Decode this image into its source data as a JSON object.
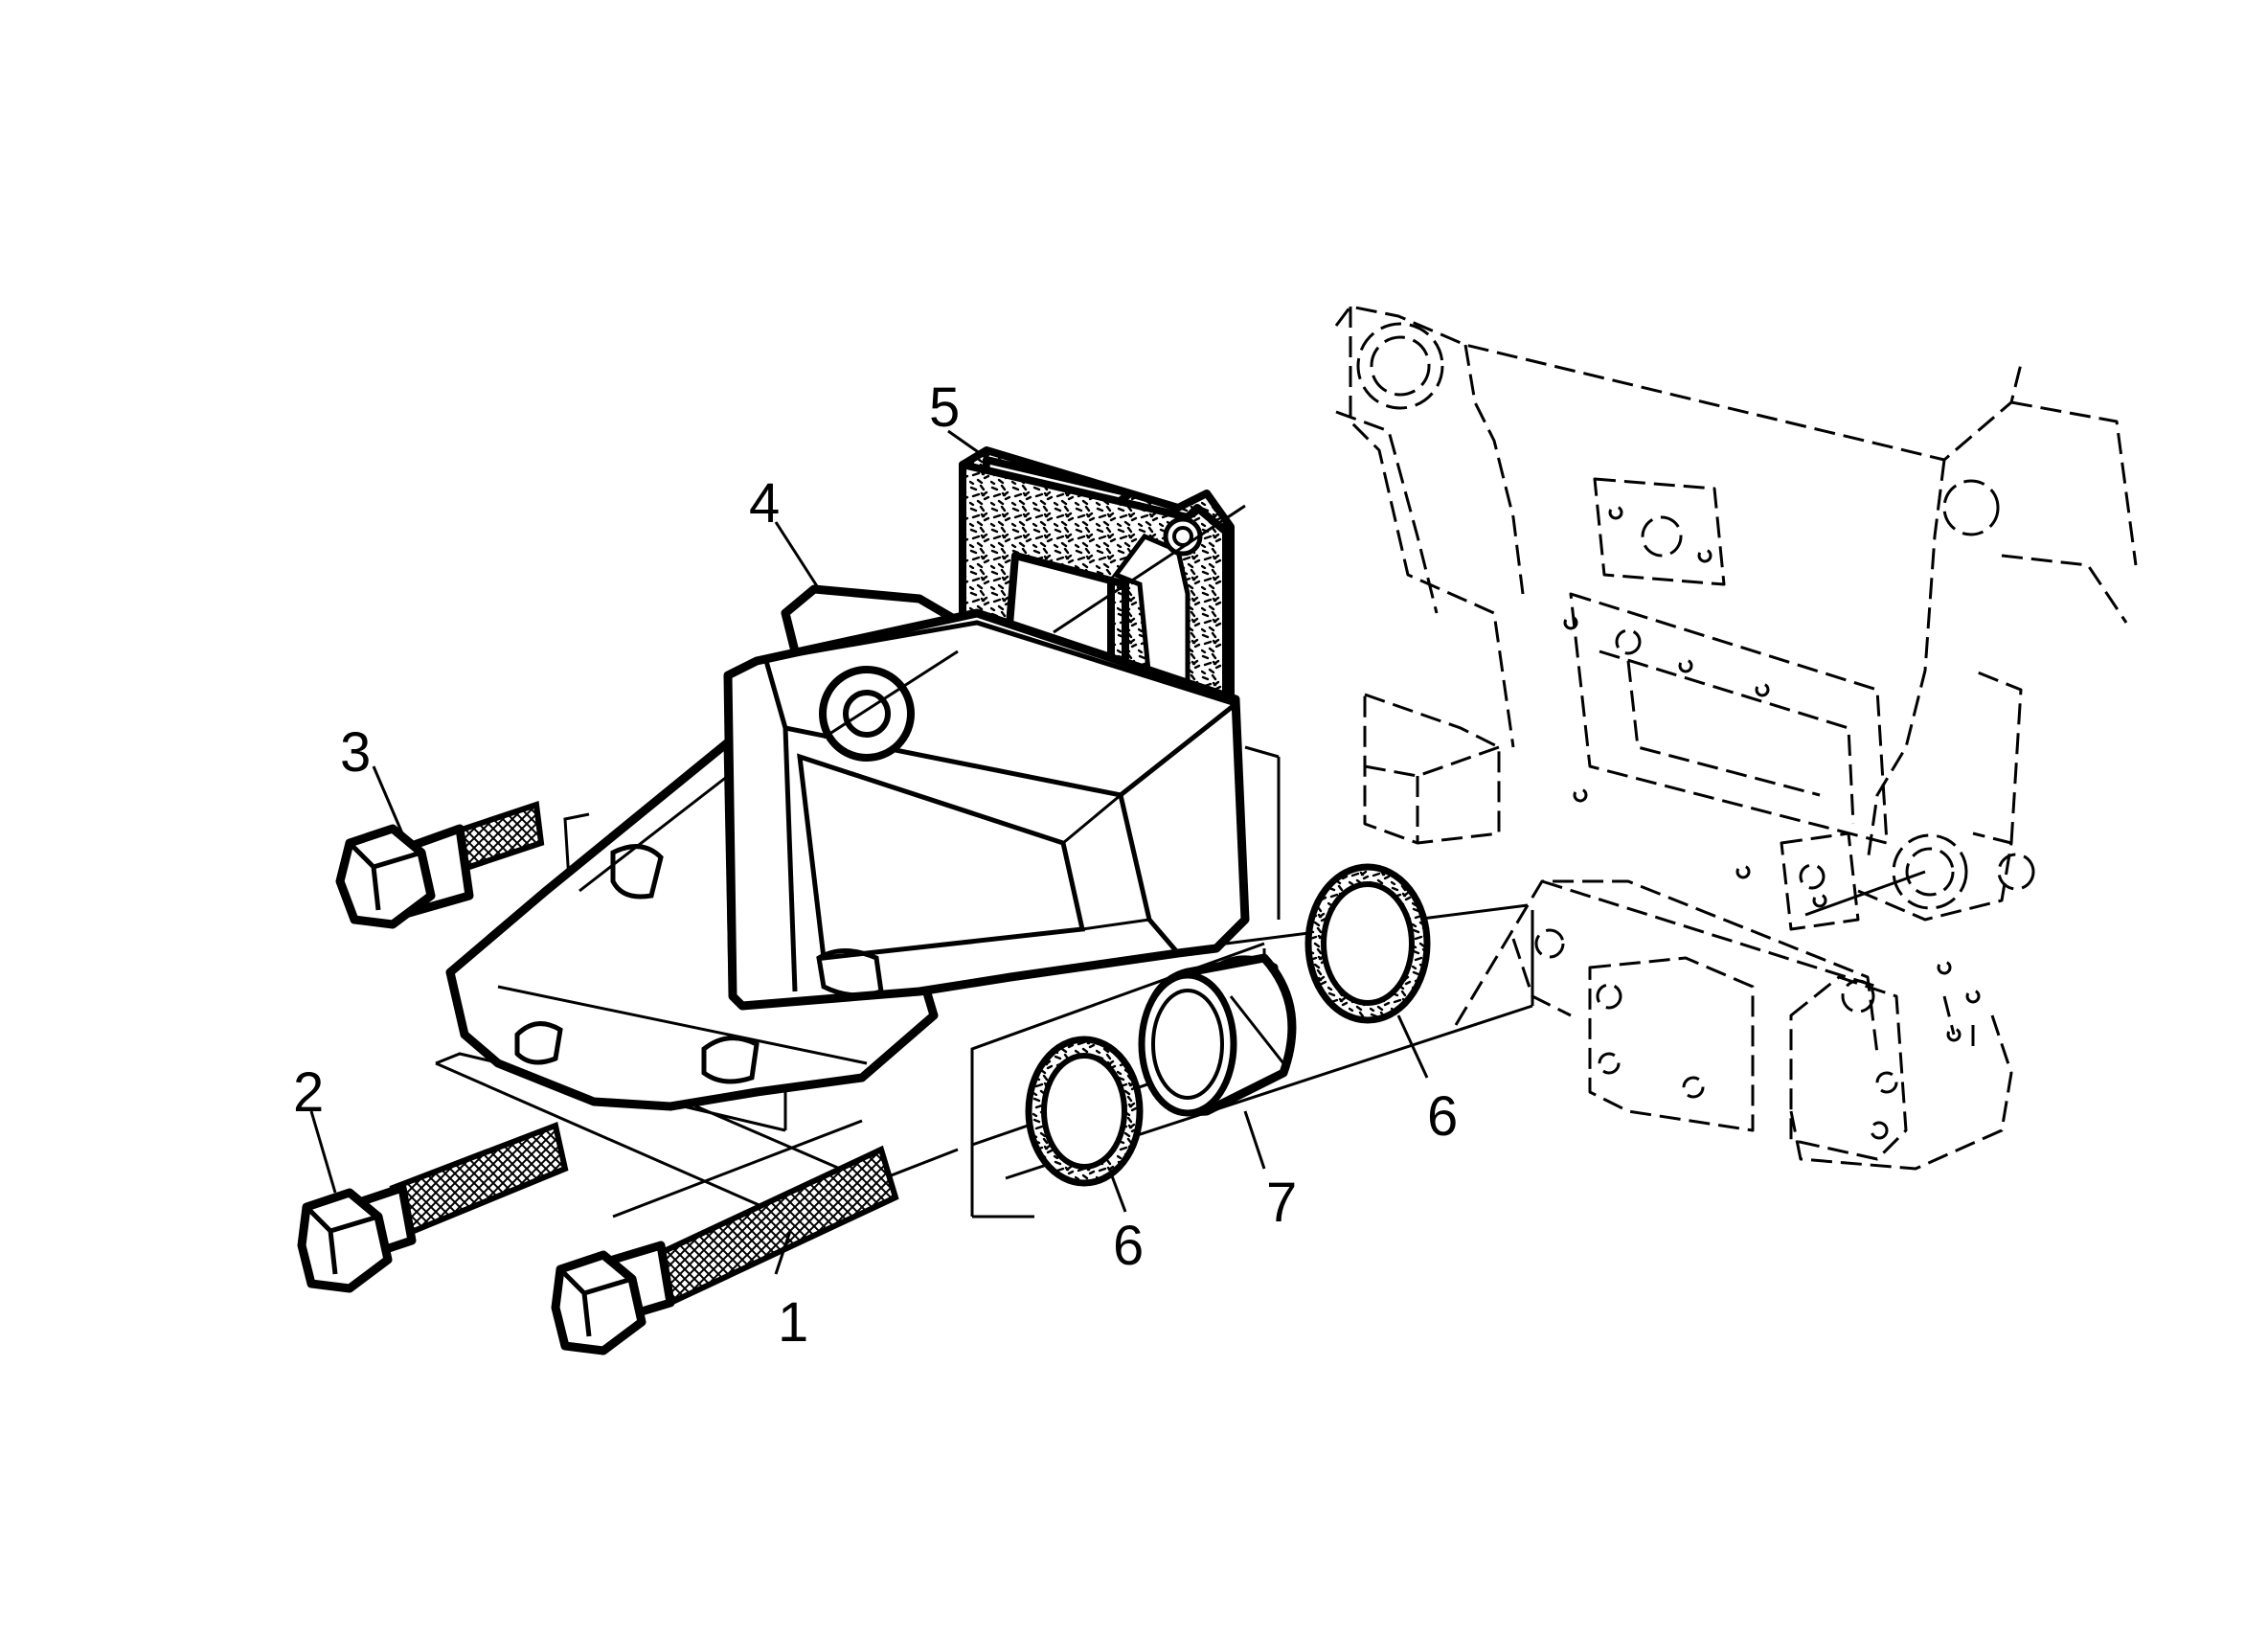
{
  "callouts": {
    "bolt_long": "1",
    "bolt_medium": "2",
    "bolt_short": "3",
    "housing": "4",
    "gasket": "5",
    "seal_ring_front": "6",
    "seal_ring_rear": "6",
    "sleeve": "7"
  },
  "colors": {
    "ink": "#000000",
    "background": "#ffffff"
  }
}
